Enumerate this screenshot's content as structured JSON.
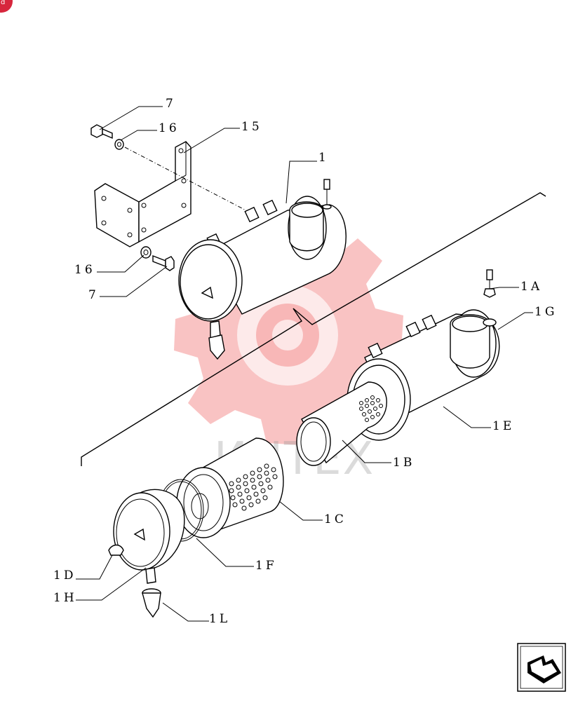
{
  "brand": {
    "badge_color": "#d7263d"
  },
  "watermark": {
    "text": "ИНТЕХ",
    "color": "#f27b7b"
  },
  "labels": {
    "l7_top": "7",
    "l16_top": "16",
    "l15": "15",
    "l1": "1",
    "l16_bot": "16",
    "l7_bot": "7",
    "l1A": "1A",
    "l1G": "1G",
    "l1E": "1E",
    "l1B": "1B",
    "l1C": "1C",
    "l1F": "1F",
    "l1D": "1D",
    "l1H": "1H",
    "l1L": "1L"
  },
  "nav": {
    "icon": "next-page-arrow-icon"
  }
}
